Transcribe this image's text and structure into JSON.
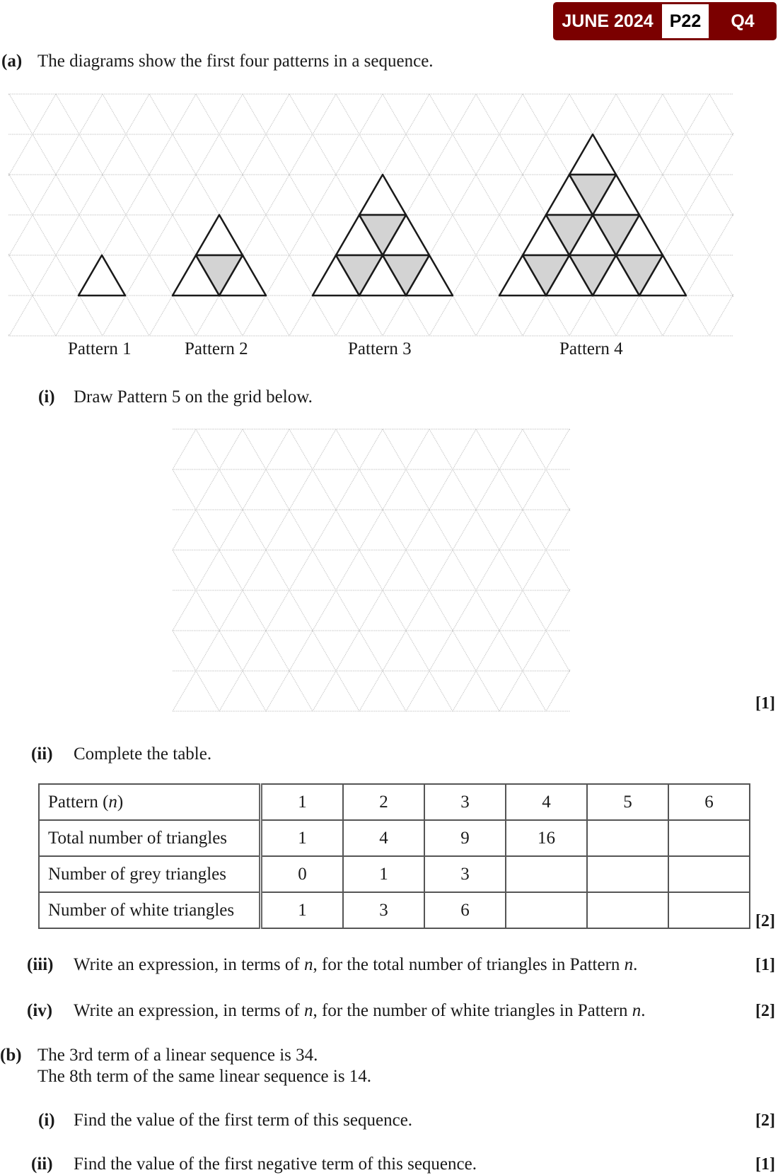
{
  "badge": {
    "session": "JUNE 2024",
    "paper": "P22",
    "question": "Q4"
  },
  "part_a": {
    "label": "(a)",
    "intro": "The diagrams show the first four patterns in a sequence.",
    "patterns": [
      {
        "label": "Pattern 1",
        "n": 1
      },
      {
        "label": "Pattern 2",
        "n": 2
      },
      {
        "label": "Pattern 3",
        "n": 3
      },
      {
        "label": "Pattern 4",
        "n": 4
      }
    ],
    "colors": {
      "grey": "#d3d3d3",
      "grid": "#c8c8c8",
      "outline": "#1a1a1a"
    },
    "i": {
      "label": "(i)",
      "text": "Draw Pattern 5 on the grid below.",
      "marks": "[1]"
    },
    "ii": {
      "label": "(ii)",
      "text": "Complete the table.",
      "marks": "[2]"
    },
    "table": {
      "header_pre": "Pattern (",
      "header_var": "n",
      "header_post": ")",
      "columns": [
        "1",
        "2",
        "3",
        "4",
        "5",
        "6"
      ],
      "rows": [
        {
          "label": "Total number of triangles",
          "values": [
            "1",
            "4",
            "9",
            "16",
            "",
            ""
          ]
        },
        {
          "label": "Number of grey triangles",
          "values": [
            "0",
            "1",
            "3",
            "",
            "",
            ""
          ]
        },
        {
          "label": "Number of white triangles",
          "values": [
            "1",
            "3",
            "6",
            "",
            "",
            ""
          ]
        }
      ]
    },
    "iii": {
      "label": "(iii)",
      "text_pre": "Write an expression, in terms of ",
      "text_mid": ", for the total number of triangles in Pattern ",
      "text_post": ".",
      "var": "n",
      "marks": "[1]"
    },
    "iv": {
      "label": "(iv)",
      "text_pre": "Write an expression, in terms of ",
      "text_mid": ", for the number of white triangles in Pattern ",
      "text_post": ".",
      "var": "n",
      "marks": "[2]"
    }
  },
  "part_b": {
    "label": "(b)",
    "line1": "The 3rd term of a linear sequence is 34.",
    "line2": "The 8th term of the same linear sequence is 14.",
    "i": {
      "label": "(i)",
      "text": "Find the value of the first term of this sequence.",
      "marks": "[2]"
    },
    "ii": {
      "label": "(ii)",
      "text": "Find the value of the first negative term of this sequence.",
      "marks": "[1]"
    }
  }
}
